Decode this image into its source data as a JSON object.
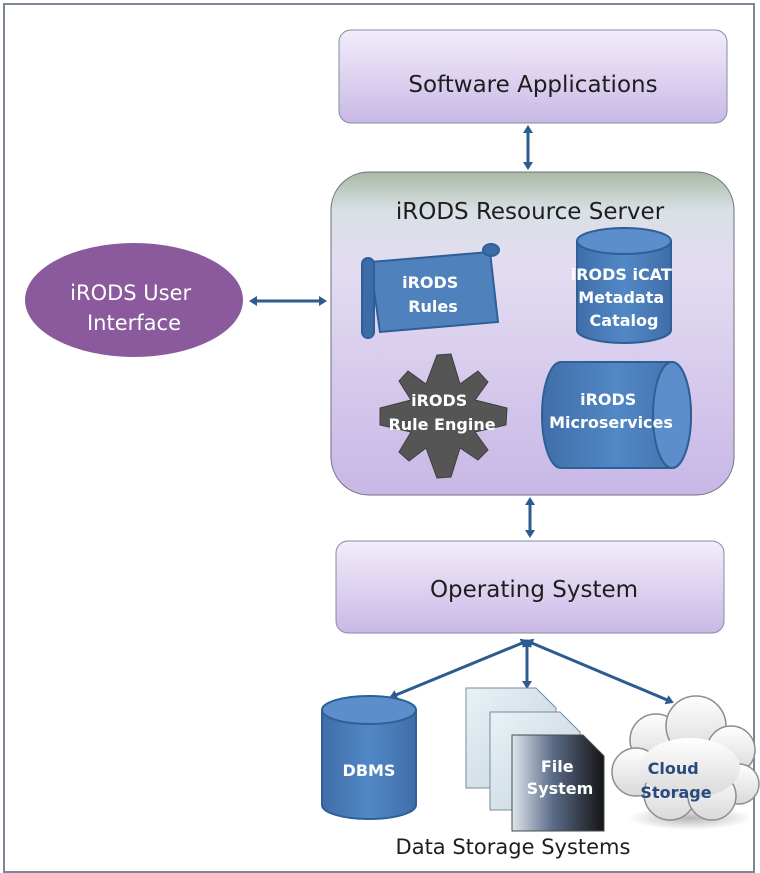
{
  "diagram": {
    "software_applications": "Software Applications",
    "resource_server": "iRODS Resource Server",
    "user_interface": [
      "iRODS User",
      "Interface"
    ],
    "rules": [
      "iRODS",
      "Rules"
    ],
    "icat": [
      "iRODS iCAT",
      "Metadata",
      "Catalog"
    ],
    "rule_engine": [
      "iRODS",
      "Rule Engine"
    ],
    "microservices": [
      "iRODS",
      "Microservices"
    ],
    "operating_system": "Operating System",
    "dbms": "DBMS",
    "file_system": [
      "File",
      "System"
    ],
    "cloud_storage": [
      "Cloud",
      "Storage"
    ],
    "data_storage_caption": "Data Storage Systems"
  },
  "colors": {
    "lavender_box": "#ddd2f0",
    "server_green": "#b5c7b7",
    "user_interface_purple": "#8a5a9c",
    "component_blue": "#4f81bd",
    "arrow_blue": "#2d5a8f",
    "gear_gray": "#4d4d4d"
  }
}
